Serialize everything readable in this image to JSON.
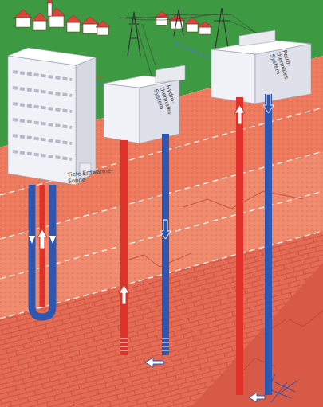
{
  "diagram": {
    "nodes": [
      {
        "text": [
          "Tiefe Erdwärme-Sonde"
        ]
      },
      {
        "text": [
          "Hydro- thermales System"
        ]
      },
      {
        "text": [
          "Petro- thermales System"
        ]
      }
    ]
  }
}
